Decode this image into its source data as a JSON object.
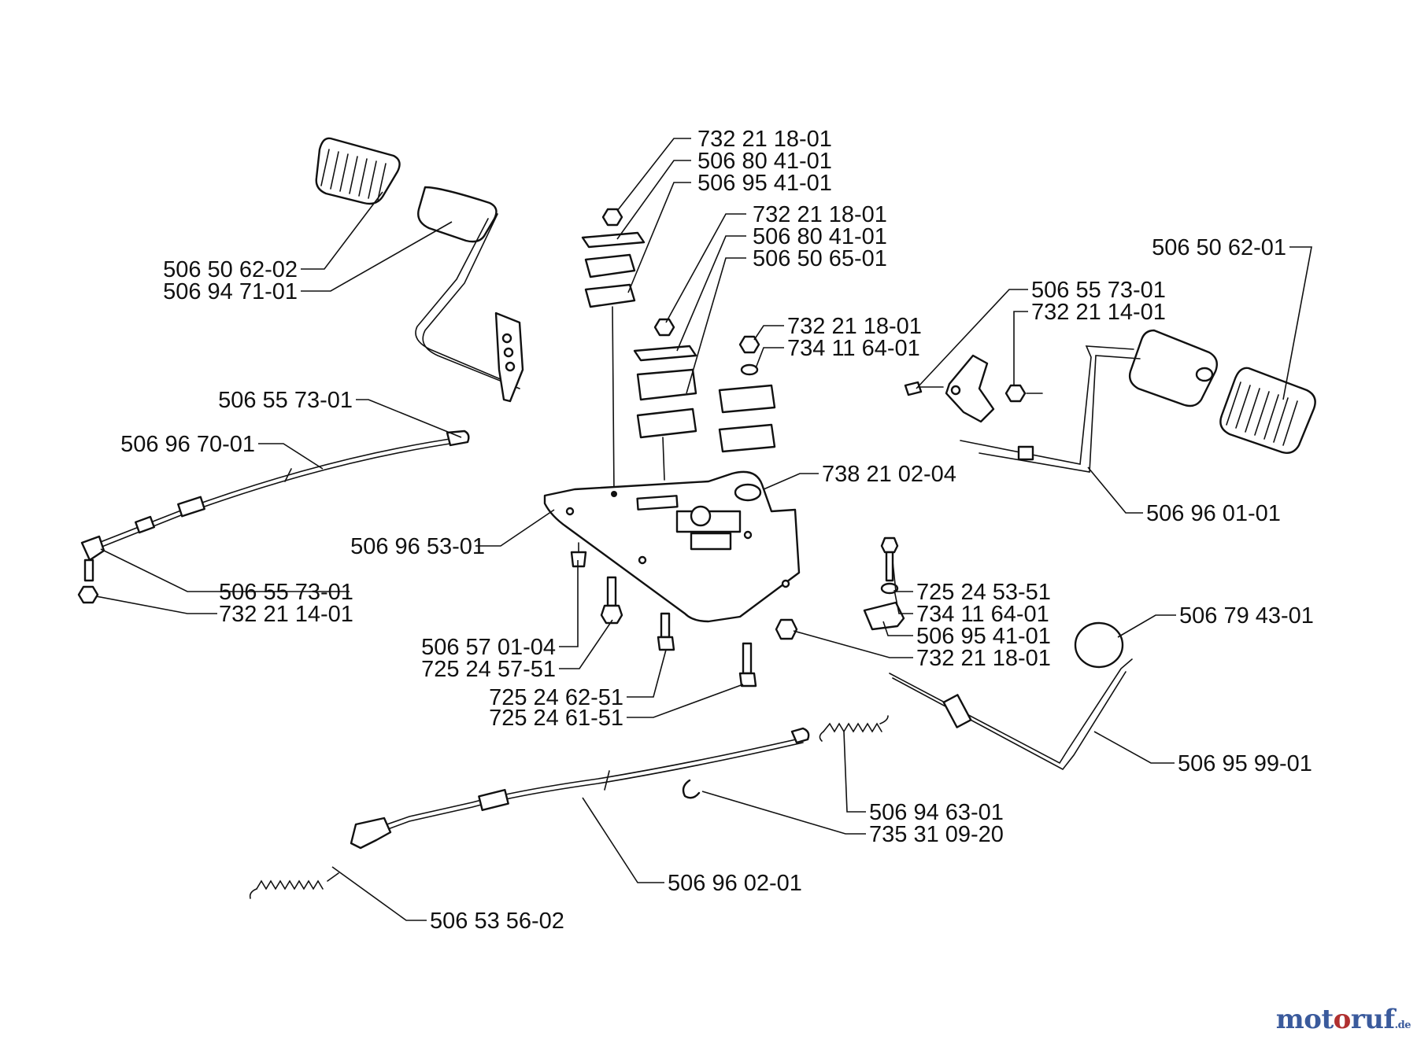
{
  "diagram": {
    "part_numbers": {
      "upper_stack_nut": "732 21 18-01",
      "upper_stack_plate": "506 80 41-01",
      "upper_stack_block": "506 95 41-01",
      "mid_stack_nut": "732 21 18-01",
      "mid_stack_plate": "506 80 41-01",
      "mid_stack_block": "506 50 65-01",
      "right_stack_nut": "732 21 18-01",
      "right_stack_washer": "734 11 64-01",
      "left_pad": "506 50 62-02",
      "left_pedal": "506 94 71-01",
      "left_cable_clip": "506 55 73-01",
      "upper_cable": "506 96 70-01",
      "bracket_plate": "506 96 53-01",
      "lower_left_clip": "506 55 73-01",
      "lower_left_nut": "732 21 14-01",
      "right_pad": "506 50 62-01",
      "right_clip": "506 55 73-01",
      "right_nut": "732 21 14-01",
      "pivot": "738 21 02-04",
      "right_pedal": "506 96 01-01",
      "bolt_left": "506 57 01-04",
      "screw_a": "725 24 57-51",
      "screw_b": "725 24 62-51",
      "screw_c": "725 24 61-51",
      "right_screw": "725 24 53-51",
      "right_washer": "734 11 64-01",
      "right_block": "506 95 41-01",
      "right_lower_nut": "732 21 18-01",
      "knob": "506 79 43-01",
      "shift_rod": "506 95 99-01",
      "spring": "506 94 63-01",
      "circlip": "735 31 09-20",
      "lower_cable": "506 96 02-01",
      "long_spring": "506 53 56-02"
    }
  },
  "watermark": {
    "part1": "mot",
    "part2": "o",
    "part3": "ruf",
    "tld": ".de"
  }
}
